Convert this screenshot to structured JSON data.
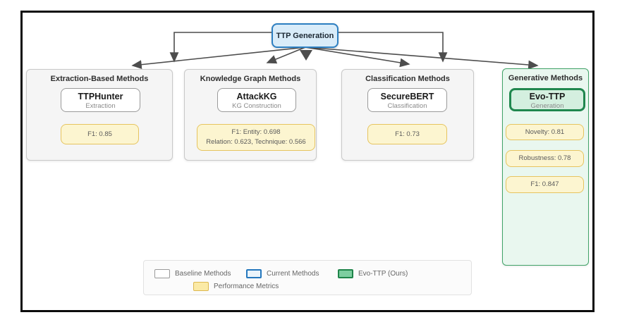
{
  "diagram": {
    "root": {
      "label": "TTP Generation"
    },
    "categories": [
      {
        "title": "Extraction-Based Methods",
        "method": {
          "name": "TTPHunter",
          "role": "Extraction"
        },
        "metric_boxes": [
          {
            "lines": [
              "F1: 0.85"
            ]
          }
        ]
      },
      {
        "title": "Knowledge Graph Methods",
        "method": {
          "name": "AttackKG",
          "role": "KG Construction"
        },
        "metric_boxes": [
          {
            "lines": [
              "F1: Entity: 0.698",
              "Relation: 0.623, Technique: 0.566"
            ]
          }
        ]
      },
      {
        "title": "Classification Methods",
        "method": {
          "name": "SecureBERT",
          "role": "Classification"
        },
        "metric_boxes": [
          {
            "lines": [
              "F1: 0.73"
            ]
          }
        ]
      },
      {
        "title": "Generative Methods",
        "method": {
          "name": "Evo-TTP",
          "role": "Generation"
        },
        "metric_boxes": [
          {
            "lines": [
              "Novelty: 0.81"
            ]
          },
          {
            "lines": [
              "Robustness: 0.78"
            ]
          },
          {
            "lines": [
              "F1: 0.847"
            ]
          }
        ]
      }
    ],
    "legend": {
      "items": [
        {
          "label": "Baseline Methods",
          "swatch": "baseline"
        },
        {
          "label": "Current Methods",
          "swatch": "current"
        },
        {
          "label": "Evo-TTP (Ours)",
          "swatch": "ours"
        },
        {
          "label": "Performance Metrics",
          "swatch": "metrics"
        }
      ]
    },
    "colors": {
      "root_fill": "#d9ecf9",
      "root_border": "#2d7fc1",
      "baseline_fill": "#f5f5f5",
      "baseline_border": "#c9c9c9",
      "ours_container_fill": "#e9f7ef",
      "ours_container_border": "#41a368",
      "ours_fill": "#d4efdf",
      "ours_border": "#20874e",
      "metric_fill": "#fcf5d0",
      "metric_border": "#e6c45f",
      "arrow": "#4d4d4d",
      "frame": "#0c0c0c"
    }
  }
}
